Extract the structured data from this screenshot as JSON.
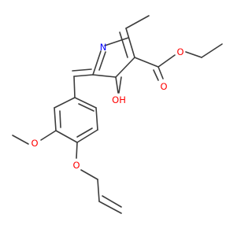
{
  "molecule": {
    "atom_labels": {
      "ring_nitrogen": "N",
      "hydroxyl": "OH",
      "ester_carbonyl_oxygen": "O",
      "ester_ether_oxygen": "O",
      "methoxy_oxygen": "O",
      "allyloxy_oxygen": "O"
    },
    "colors": {
      "bond": "#3c3c3c",
      "nitrogen": "#0000ff",
      "oxygen": "#ff0000"
    }
  }
}
